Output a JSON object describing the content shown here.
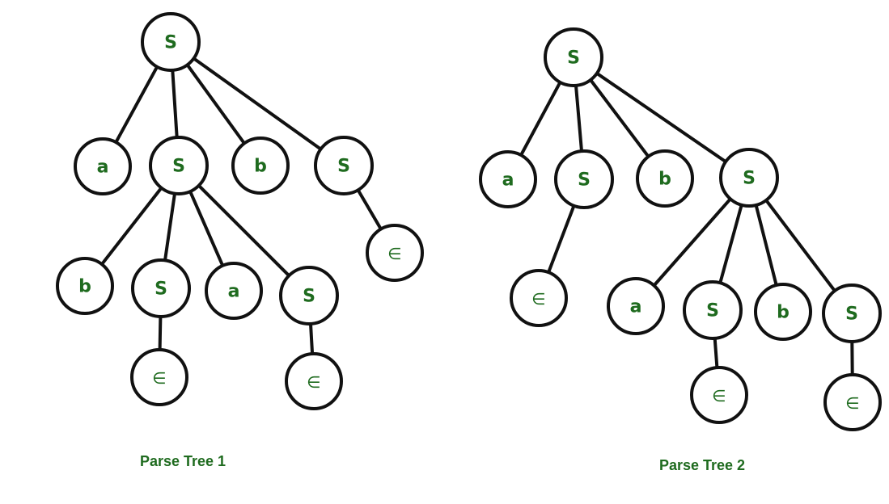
{
  "colors": {
    "label": "#1f6b1f",
    "stroke": "#111111",
    "background": "#ffffff"
  },
  "trees": [
    {
      "caption": "Parse Tree 1",
      "nodes": [
        {
          "id": "t1-root",
          "label": "S"
        },
        {
          "id": "t1-a1",
          "label": "a",
          "parent": "t1-root"
        },
        {
          "id": "t1-s1",
          "label": "S",
          "parent": "t1-root"
        },
        {
          "id": "t1-b1",
          "label": "b",
          "parent": "t1-root"
        },
        {
          "id": "t1-s2",
          "label": "S",
          "parent": "t1-root"
        },
        {
          "id": "t1-b2",
          "label": "b",
          "parent": "t1-s1"
        },
        {
          "id": "t1-s3",
          "label": "S",
          "parent": "t1-s1"
        },
        {
          "id": "t1-a2",
          "label": "a",
          "parent": "t1-s1"
        },
        {
          "id": "t1-s4",
          "label": "S",
          "parent": "t1-s1"
        },
        {
          "id": "t1-e1",
          "label": "∈",
          "parent": "t1-s2"
        },
        {
          "id": "t1-e2",
          "label": "∈",
          "parent": "t1-s3"
        },
        {
          "id": "t1-e3",
          "label": "∈",
          "parent": "t1-s4"
        }
      ]
    },
    {
      "caption": "Parse Tree 2",
      "nodes": [
        {
          "id": "t2-root",
          "label": "S"
        },
        {
          "id": "t2-a1",
          "label": "a",
          "parent": "t2-root"
        },
        {
          "id": "t2-s1",
          "label": "S",
          "parent": "t2-root"
        },
        {
          "id": "t2-b1",
          "label": "b",
          "parent": "t2-root"
        },
        {
          "id": "t2-s2",
          "label": "S",
          "parent": "t2-root"
        },
        {
          "id": "t2-e1",
          "label": "∈",
          "parent": "t2-s1"
        },
        {
          "id": "t2-a2",
          "label": "a",
          "parent": "t2-s2"
        },
        {
          "id": "t2-s3",
          "label": "S",
          "parent": "t2-s2"
        },
        {
          "id": "t2-b2",
          "label": "b",
          "parent": "t2-s2"
        },
        {
          "id": "t2-s4",
          "label": "S",
          "parent": "t2-s2"
        },
        {
          "id": "t2-e2",
          "label": "∈",
          "parent": "t2-s3"
        },
        {
          "id": "t2-e3",
          "label": "∈",
          "parent": "t2-s4"
        }
      ]
    }
  ]
}
